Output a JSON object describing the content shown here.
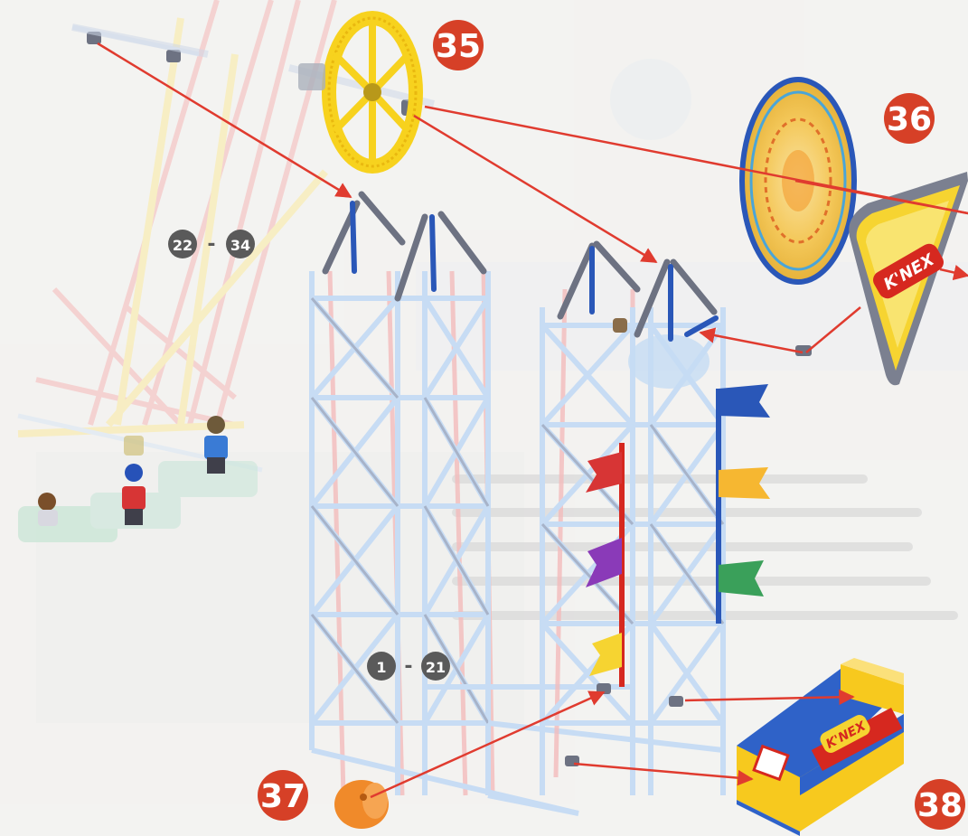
{
  "steps": [
    {
      "id": "step-35",
      "label": "35"
    },
    {
      "id": "step-36",
      "label": "36"
    },
    {
      "id": "step-37",
      "label": "37"
    },
    {
      "id": "step-38",
      "label": "38"
    }
  ],
  "ranges": {
    "range_a": {
      "from": "22",
      "sep": "-",
      "to": "34"
    },
    "range_b": {
      "from": "1",
      "sep": "-",
      "to": "21"
    }
  },
  "logos": {
    "pennant_text": "K'NEX",
    "booth_text": "K'NEX"
  },
  "colors": {
    "badge": "#d64027",
    "arrow": "#e03b2f",
    "gear": "#f7d21e",
    "rod_blue": "#2a57b8",
    "rod_grey": "#6d7282",
    "pennant_yellow": "#f6d431",
    "booth_blue": "#2f62c8",
    "booth_yellow": "#f7c91e",
    "connector_orange": "#f08a2a"
  }
}
